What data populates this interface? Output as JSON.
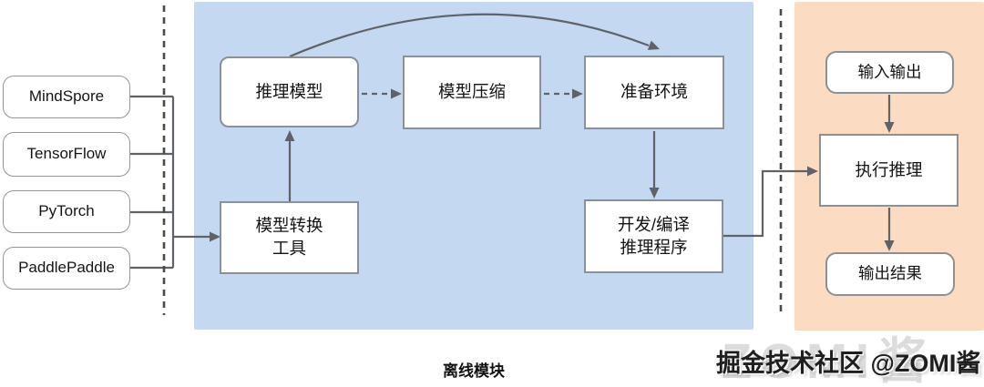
{
  "colors": {
    "offline_bg": "#c4d8f2",
    "online_bg": "#fbdcc3",
    "box_border": "#8c9094",
    "connector": "#5f6368"
  },
  "frameworks": [
    {
      "label": "MindSpore"
    },
    {
      "label": "TensorFlow"
    },
    {
      "label": "PyTorch"
    },
    {
      "label": "PaddlePaddle"
    }
  ],
  "offline": {
    "caption": "离线模块",
    "inference_model": "推理模型",
    "model_compression": "模型压缩",
    "prepare_env": "准备环境",
    "conversion_tool": {
      "line1": "模型转换",
      "line2": "工具"
    },
    "develop_program": {
      "line1": "开发/编译",
      "line2": "推理程序"
    }
  },
  "online": {
    "input_output": "输入输出",
    "execute_inference": "执行推理",
    "output_result": "输出结果"
  },
  "watermark": {
    "main": "掘金技术社区 @ZOMI酱",
    "ghost": "ZOMI酱"
  }
}
